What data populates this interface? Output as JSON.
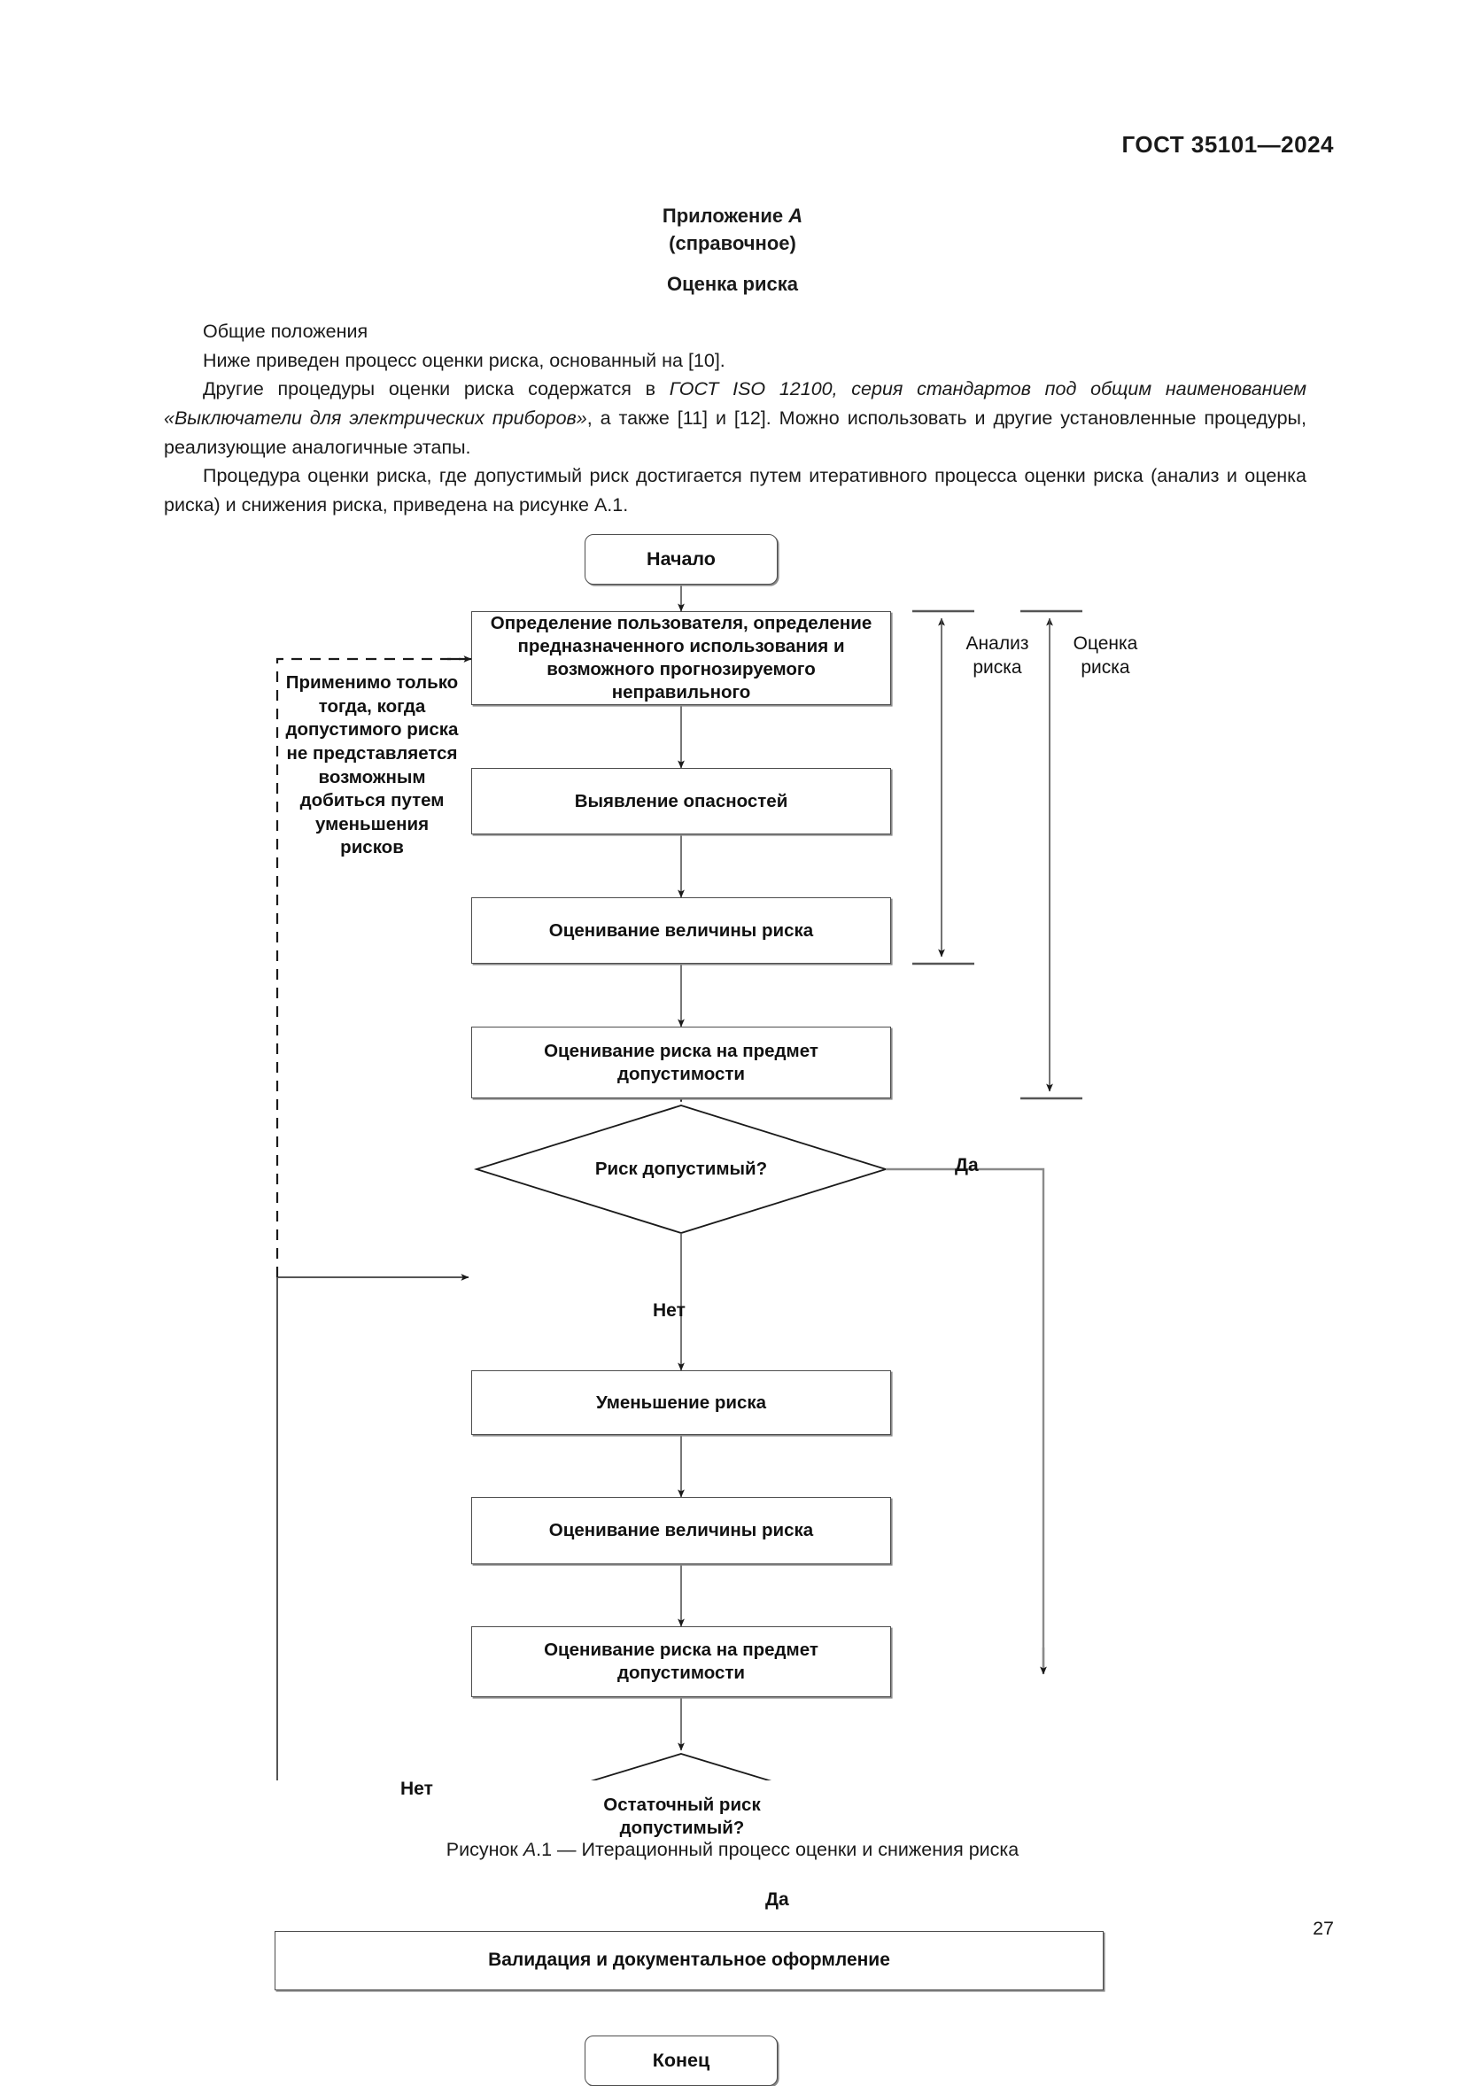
{
  "header": {
    "standard_number": "ГОСТ 35101—2024"
  },
  "appendix": {
    "title_prefix": "Приложение ",
    "title_letter": "А",
    "subtitle": "(справочное)",
    "section_title": "Оценка риска"
  },
  "body": {
    "p1": "Общие положения",
    "p2": "Ниже приведен процесс оценки риска, основанный на [10].",
    "p3_part1": "Другие процедуры оценки риска содержатся в ",
    "p3_ital1": "ГОСТ ISO 12100, серия стандартов под общим наименованием «Выключатели для электрических приборов»",
    "p3_part2": ", а также [11] и [12]. Можно использовать и другие установленные процедуры, реализующие аналогичные этапы.",
    "p4": "Процедура оценки риска, где допустимый риск достигается путем итеративного процесса оценки риска (анализ и оценка риска) и снижения риска, приведена на рисунке А.1."
  },
  "chart_data": {
    "type": "diagram",
    "title": "Итерационный процесс оценки и снижения риска",
    "nodes": [
      {
        "id": "start",
        "label": "Начало",
        "shape": "terminator"
      },
      {
        "id": "define_user",
        "label": "Определение пользователя, определение предназначенного использования и возможного прогнозируемого неправильного",
        "shape": "process"
      },
      {
        "id": "identify_hazards",
        "label": "Выявление опасностей",
        "shape": "process"
      },
      {
        "id": "estimate_risk_1",
        "label": "Оценивание величины риска",
        "shape": "process"
      },
      {
        "id": "evaluate_risk_1",
        "label": "Оценивание риска на предмет допустимости",
        "shape": "process"
      },
      {
        "id": "decision_1",
        "label": "Риск допустимый?",
        "shape": "decision"
      },
      {
        "id": "reduce_risk",
        "label": "Уменьшение риска",
        "shape": "process"
      },
      {
        "id": "estimate_risk_2",
        "label": "Оценивание величины риска",
        "shape": "process"
      },
      {
        "id": "evaluate_risk_2",
        "label": "Оценивание риска на предмет допустимости",
        "shape": "process"
      },
      {
        "id": "decision_2",
        "label": "Остаточный риск допустимый?",
        "shape": "decision"
      },
      {
        "id": "validation",
        "label": "Валидация и документальное оформление",
        "shape": "process"
      },
      {
        "id": "end",
        "label": "Конец",
        "shape": "terminator"
      }
    ],
    "edge_labels": {
      "decision_1_yes": "Да",
      "decision_1_no": "Нет",
      "decision_2_yes": "Да",
      "decision_2_no": "Нет"
    },
    "brackets": [
      {
        "id": "risk_analysis",
        "line1": "Анализ",
        "line2": "риска"
      },
      {
        "id": "risk_assessment",
        "line1": "Оценка",
        "line2": "риска"
      }
    ],
    "annotation": {
      "id": "applicability-note",
      "text": "Применимо только тогда, когда допустимого риска не представляется возможным добиться путем уменьшения рисков"
    }
  },
  "caption": {
    "prefix": "Рисунок ",
    "letter": "А",
    "suffix": ".1 — Итерационный процесс оценки и снижения риска"
  },
  "folio": {
    "page_number": "27"
  }
}
